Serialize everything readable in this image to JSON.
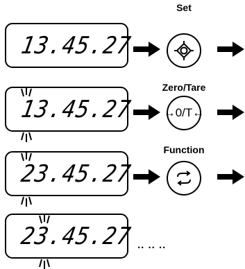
{
  "steps": [
    {
      "display": "13.45.27",
      "button_label": "Set",
      "button_icon": "crosshair-target-icon"
    },
    {
      "display": "13.45.27",
      "button_label": "Zero/Tare",
      "button_icon": "zero-tare-icon",
      "button_text": "→0/T←"
    },
    {
      "display": "23.45.27",
      "button_label": "Function",
      "button_icon": "cycle-arrows-icon"
    },
    {
      "display": "23.45.27"
    }
  ],
  "continuation": ".. .. .."
}
